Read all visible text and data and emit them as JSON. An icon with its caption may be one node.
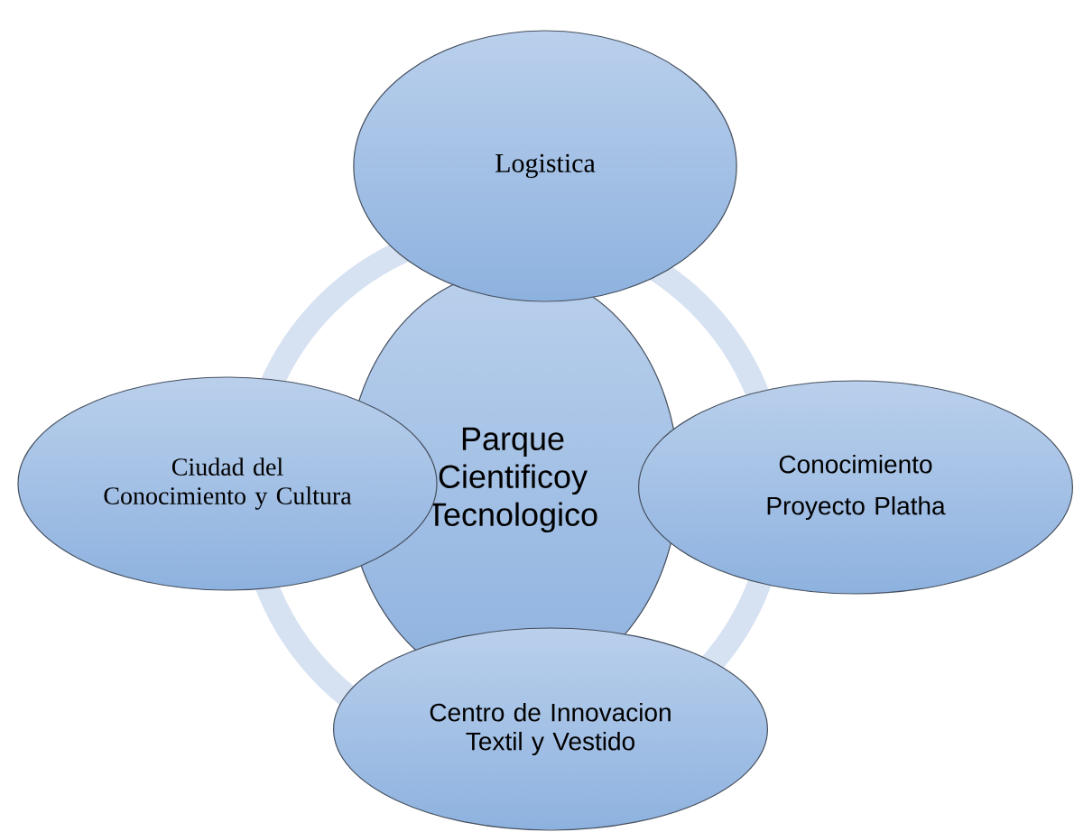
{
  "diagram": {
    "nodes": [
      {
        "text": [
          "Logistica"
        ]
      },
      {
        "text": [
          "Ciudad del Conocimiento y Cultura"
        ]
      },
      {
        "text": [
          "Parque Cientificoy Tecnologico"
        ]
      },
      {
        "text": [
          "Conocimiento",
          "Proyecto Platha"
        ]
      },
      {
        "text": [
          "Centro de Innovacion Textil y Vestido"
        ]
      }
    ]
  }
}
